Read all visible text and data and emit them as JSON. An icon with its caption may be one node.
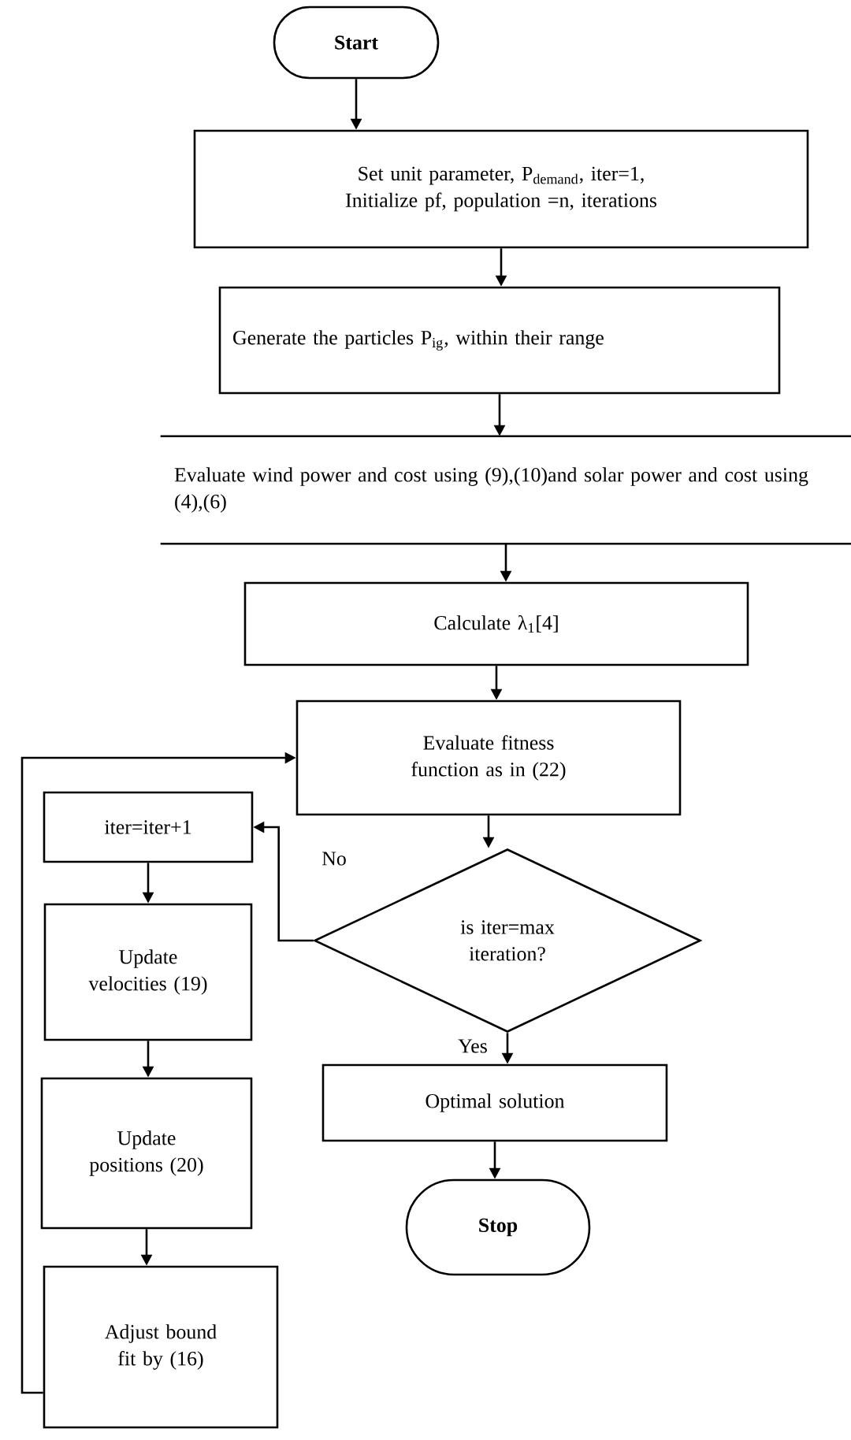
{
  "diagram": {
    "nodes": [
      {
        "text": [
          "Start"
        ]
      },
      {
        "text": [
          "Set unit parameter, P$_{demand}$, iter=1, Initialize pf, population =n, iterations"
        ]
      },
      {
        "text": [
          "Generate the particles P$_{ig}$, within their range"
        ]
      },
      {
        "text": [
          "Evaluate wind power and cost using (9),(10)and solar power and cost using (4),(6)"
        ]
      },
      {
        "text": [
          "Calculate λ$_{1}$[4]"
        ]
      },
      {
        "text": [
          "Evaluate fitness function as in (22)"
        ]
      },
      {
        "text": [
          "is iter=max iteration?"
        ]
      },
      {
        "text": [
          "iter=iter+1"
        ]
      },
      {
        "text": [
          "Update velocities (19)"
        ]
      },
      {
        "text": [
          "Update positions (20)"
        ]
      },
      {
        "text": [
          "Adjust bound fit by (16)"
        ]
      },
      {
        "text": [
          "Optimal solution"
        ]
      },
      {
        "text": [
          "Stop"
        ]
      }
    ],
    "edges": [
      {
        "from": 0,
        "to": 1,
        "arrow": "to"
      },
      {
        "from": 1,
        "to": 2,
        "arrow": "to"
      },
      {
        "from": 2,
        "to": 3,
        "arrow": "to"
      },
      {
        "from": 3,
        "to": 4,
        "arrow": "to"
      },
      {
        "from": 4,
        "to": 5,
        "arrow": "to"
      },
      {
        "from": 5,
        "to": 6,
        "arrow": "to"
      },
      {
        "from": 6,
        "to": 7,
        "arrow": "to",
        "label": "No"
      },
      {
        "from": 7,
        "to": 8,
        "arrow": "to"
      },
      {
        "from": 8,
        "to": 9,
        "arrow": "to"
      },
      {
        "from": 9,
        "to": 10,
        "arrow": "to"
      },
      {
        "from": 10,
        "to": 5,
        "arrow": "to"
      },
      {
        "from": 6,
        "to": 11,
        "arrow": "to",
        "label": "Yes"
      },
      {
        "from": 11,
        "to": 12,
        "arrow": "to"
      }
    ]
  }
}
